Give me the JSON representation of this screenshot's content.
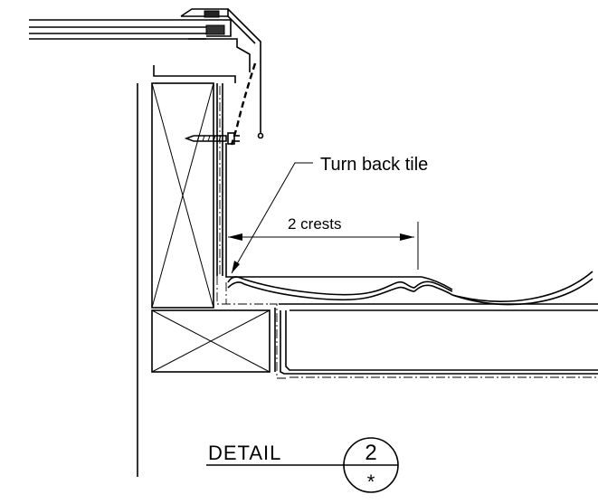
{
  "annotation": {
    "turn_back_label": "Turn back tile",
    "dimension_label": "2 crests"
  },
  "detail_tag": {
    "label": "DETAIL",
    "number": "2",
    "sheet_ref": "*"
  }
}
